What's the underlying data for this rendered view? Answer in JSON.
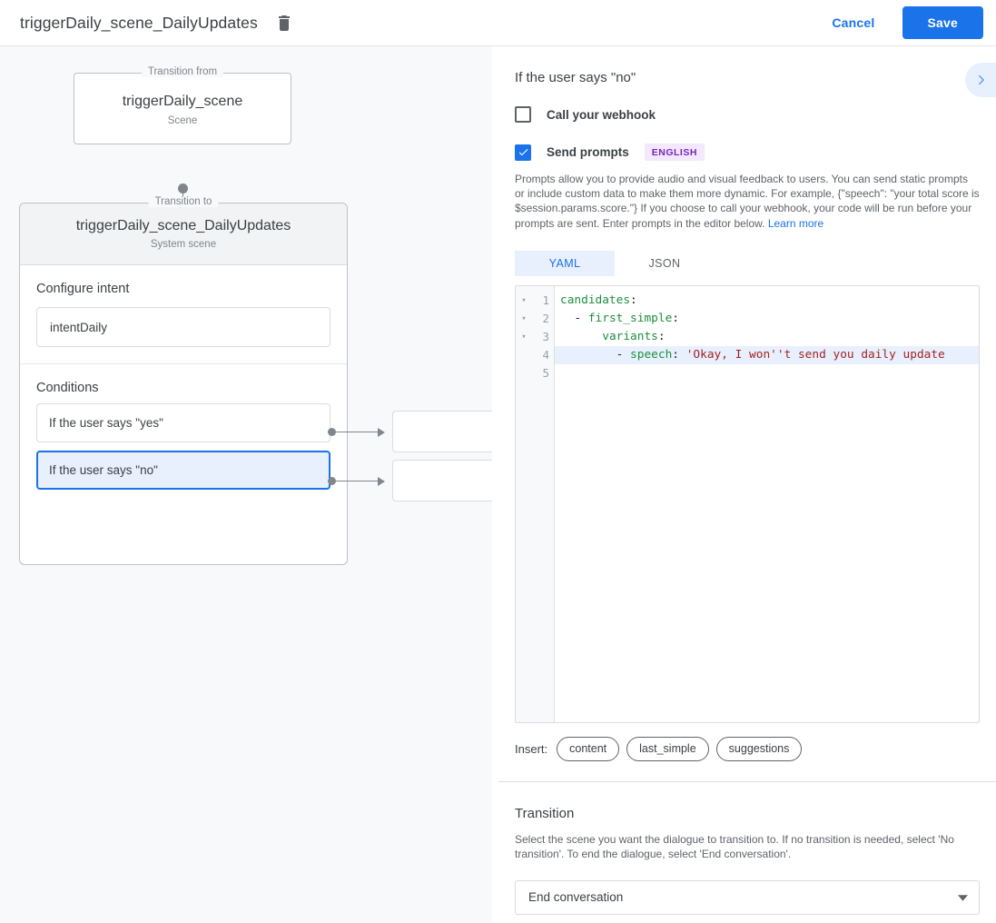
{
  "topbar": {
    "title": "triggerDaily_scene_DailyUpdates",
    "delete_icon": "trash-icon",
    "cancel_label": "Cancel",
    "save_label": "Save",
    "accent_color": "#1a73e8"
  },
  "canvas": {
    "from_node": {
      "legend": "Transition from",
      "title": "triggerDaily_scene",
      "subtitle": "Scene"
    },
    "to_node": {
      "legend": "Transition to",
      "title": "triggerDaily_scene_DailyUpdates",
      "subtitle": "System scene"
    },
    "configure_intent": {
      "label": "Configure intent",
      "value": "intentDaily"
    },
    "conditions": {
      "label": "Conditions",
      "items": [
        {
          "label": "If the user says \"yes\"",
          "selected": false
        },
        {
          "label": "If the user says \"no\"",
          "selected": true
        }
      ]
    }
  },
  "panel": {
    "title": "If the user says \"no\"",
    "expand_icon": "chevron-right-icon",
    "webhook": {
      "label": "Call your webhook",
      "checked": false
    },
    "prompts": {
      "label": "Send prompts",
      "checked": true,
      "language_badge": "ENGLISH",
      "badge_color": "#7627bb",
      "help_text": "Prompts allow you to provide audio and visual feedback to users. You can send static prompts or include custom data to make them more dynamic. For example, {\"speech\": \"your total score is $session.params.score.\"} If you choose to call your webhook, your code will be run before your prompts are sent. Enter prompts in the editor below. ",
      "help_link": "Learn more"
    },
    "editor": {
      "tabs": [
        {
          "label": "YAML",
          "active": true
        },
        {
          "label": "JSON",
          "active": false
        }
      ],
      "lines": [
        {
          "num": "1",
          "fold": "▾",
          "highlight": false,
          "segments": [
            {
              "t": "candidates",
              "c": "tok-key"
            },
            {
              "t": ":",
              "c": "tok-punc"
            }
          ]
        },
        {
          "num": "2",
          "fold": "▾",
          "highlight": false,
          "segments": [
            {
              "t": "  - ",
              "c": "tok-dash"
            },
            {
              "t": "first_simple",
              "c": "tok-key"
            },
            {
              "t": ":",
              "c": "tok-punc"
            }
          ]
        },
        {
          "num": "3",
          "fold": "▾",
          "highlight": false,
          "segments": [
            {
              "t": "      ",
              "c": "tok-dash"
            },
            {
              "t": "variants",
              "c": "tok-key"
            },
            {
              "t": ":",
              "c": "tok-punc"
            }
          ]
        },
        {
          "num": "4",
          "fold": "",
          "highlight": true,
          "segments": [
            {
              "t": "        - ",
              "c": "tok-dash"
            },
            {
              "t": "speech",
              "c": "tok-key"
            },
            {
              "t": ":",
              "c": "tok-punc"
            },
            {
              "t": " 'Okay, I won''t send you daily update",
              "c": "tok-str"
            }
          ]
        },
        {
          "num": "5",
          "fold": "",
          "highlight": false,
          "segments": []
        }
      ],
      "insert_label": "Insert:",
      "insert_chips": [
        "content",
        "last_simple",
        "suggestions"
      ]
    },
    "transition": {
      "title": "Transition",
      "description": "Select the scene you want the dialogue to transition to. If no transition is needed, select 'No transition'. To end the dialogue, select 'End conversation'.",
      "selected_value": "End conversation",
      "dropdown_icon": "chevron-down-icon"
    }
  }
}
